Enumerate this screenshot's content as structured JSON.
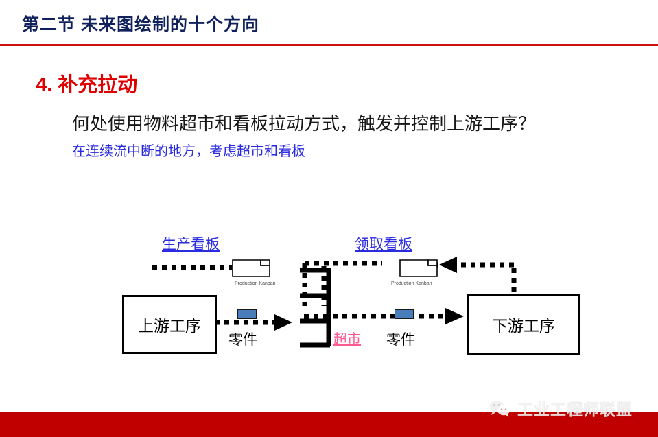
{
  "header": {
    "title": "第二节  未来图绘制的十个方向",
    "title_color": "#10215c",
    "rule_color": "#d01010"
  },
  "content": {
    "section_heading": "4.  补充拉动",
    "section_heading_color": "#e00000",
    "question": "何处使用物料超市和看板拉动方式，触发并控制上游工序？",
    "note": "在连续流中断的地方，考虑超市和看板",
    "note_color": "#2b2be0"
  },
  "diagram": {
    "production_kanban_header": "生产看板",
    "withdrawal_kanban_header": "领取看板",
    "upstream_process": "上游工序",
    "downstream_process": "下游工序",
    "supermarket": "超市",
    "supermarket_color": "#ff5a91",
    "parts_left": "零件",
    "parts_right": "零件",
    "kanban_caption_left": "Production Kanban",
    "kanban_caption_right": "Production Kanban",
    "material_chip_color": "#4a7ebb"
  },
  "footer": {
    "bar_color": "#c00000",
    "watermark_text": "工业工程师联盟"
  }
}
